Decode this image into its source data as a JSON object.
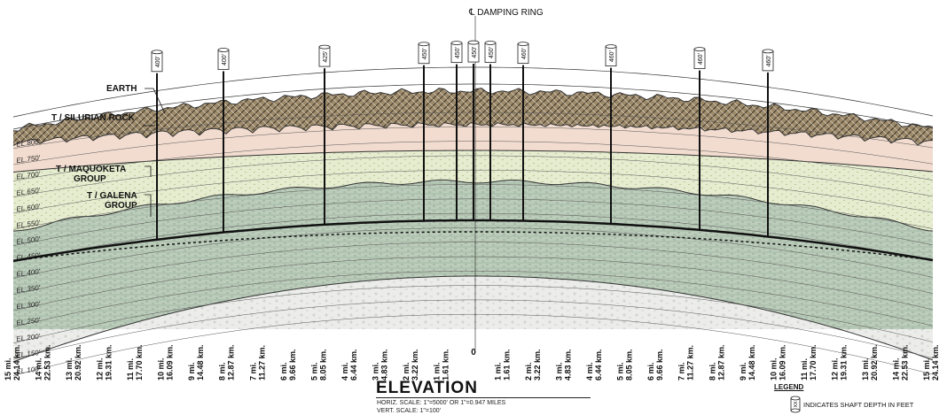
{
  "top_label": "℄ DAMPING RING",
  "elevation_labels": [
    "EL.800'",
    "EL.750'",
    "EL.700'",
    "EL.650'",
    "EL.600'",
    "EL.550'",
    "EL.500'",
    "EL.450'",
    "EL.400'",
    "EL.350'",
    "EL.300'",
    "EL.250'",
    "EL.200'",
    "EL.150'",
    "EL.100'"
  ],
  "strata_labels": [
    {
      "id": "earth",
      "lines": [
        "EARTH"
      ]
    },
    {
      "id": "silurian",
      "lines": [
        "T / SILURIAN ROCK"
      ]
    },
    {
      "id": "maquoketa",
      "lines": [
        "T / MAQUOKETA",
        "GROUP"
      ]
    },
    {
      "id": "galena",
      "lines": [
        "T / GALENA",
        "GROUP"
      ]
    }
  ],
  "shafts": [
    {
      "depth": "400'"
    },
    {
      "depth": "400'"
    },
    {
      "depth": "425'"
    },
    {
      "depth": "450'"
    },
    {
      "depth": "450'"
    },
    {
      "depth": "450'"
    },
    {
      "depth": "450'"
    },
    {
      "depth": "460'"
    },
    {
      "depth": "460'"
    },
    {
      "depth": "460'"
    },
    {
      "depth": "460'"
    }
  ],
  "distance_ticks": [
    [
      "15 mi.",
      "24.14 km."
    ],
    [
      "14 mi.",
      "22.53 km."
    ],
    [
      "13 mi.",
      "20.92 km."
    ],
    [
      "12 mi.",
      "19.31 km."
    ],
    [
      "11 mi.",
      "17.70 km."
    ],
    [
      "10 mi.",
      "16.09 km."
    ],
    [
      "9 mi.",
      "14.48 km."
    ],
    [
      "8 mi.",
      "12.87 km."
    ],
    [
      "7 mi.",
      "11.27 km."
    ],
    [
      "6 mi.",
      "9.66 km."
    ],
    [
      "5 mi.",
      "8.05 km."
    ],
    [
      "4 mi.",
      "6.44 km."
    ],
    [
      "3 mi.",
      "4.83 km."
    ],
    [
      "2 mi.",
      "3.22 km."
    ],
    [
      "1 mi.",
      "1.61 km."
    ],
    [
      "0",
      ""
    ],
    [
      "1 mi.",
      "1.61 km."
    ],
    [
      "2 mi.",
      "3.22 km."
    ],
    [
      "3 mi.",
      "4.83 km."
    ],
    [
      "4 mi.",
      "6.44 km."
    ],
    [
      "5 mi.",
      "8.05 km."
    ],
    [
      "6 mi.",
      "9.66 km."
    ],
    [
      "7 mi.",
      "11.27 km."
    ],
    [
      "8 mi.",
      "12.87 km."
    ],
    [
      "9 mi.",
      "14.48 km."
    ],
    [
      "10 mi.",
      "16.09 km."
    ],
    [
      "11 mi.",
      "17.70 km."
    ],
    [
      "12 mi.",
      "19.31 km."
    ],
    [
      "13 mi.",
      "20.92 km."
    ],
    [
      "14 mi.",
      "22.53 km."
    ],
    [
      "15 mi.",
      "24.14 km."
    ]
  ],
  "title": "ELEVATION",
  "horiz_scale": "HORIZ. SCALE: 1\"=5000' OR 1\"=0.947 MILES",
  "vert_scale": "VERT. SCALE: 1\"=100'",
  "legend": {
    "title": "LEGEND",
    "items": [
      {
        "icon": "shaft-depth-icon",
        "text": "INDICATES SHAFT DEPTH IN FEET",
        "symbol": "XX"
      }
    ]
  },
  "colors": {
    "earth": "#8c7a5e",
    "silurian": "#f1d9cc",
    "maquoketa": "#e5ebce",
    "galena": "#bfcfbe",
    "deep": "#ebece8",
    "lines": "#333333"
  }
}
